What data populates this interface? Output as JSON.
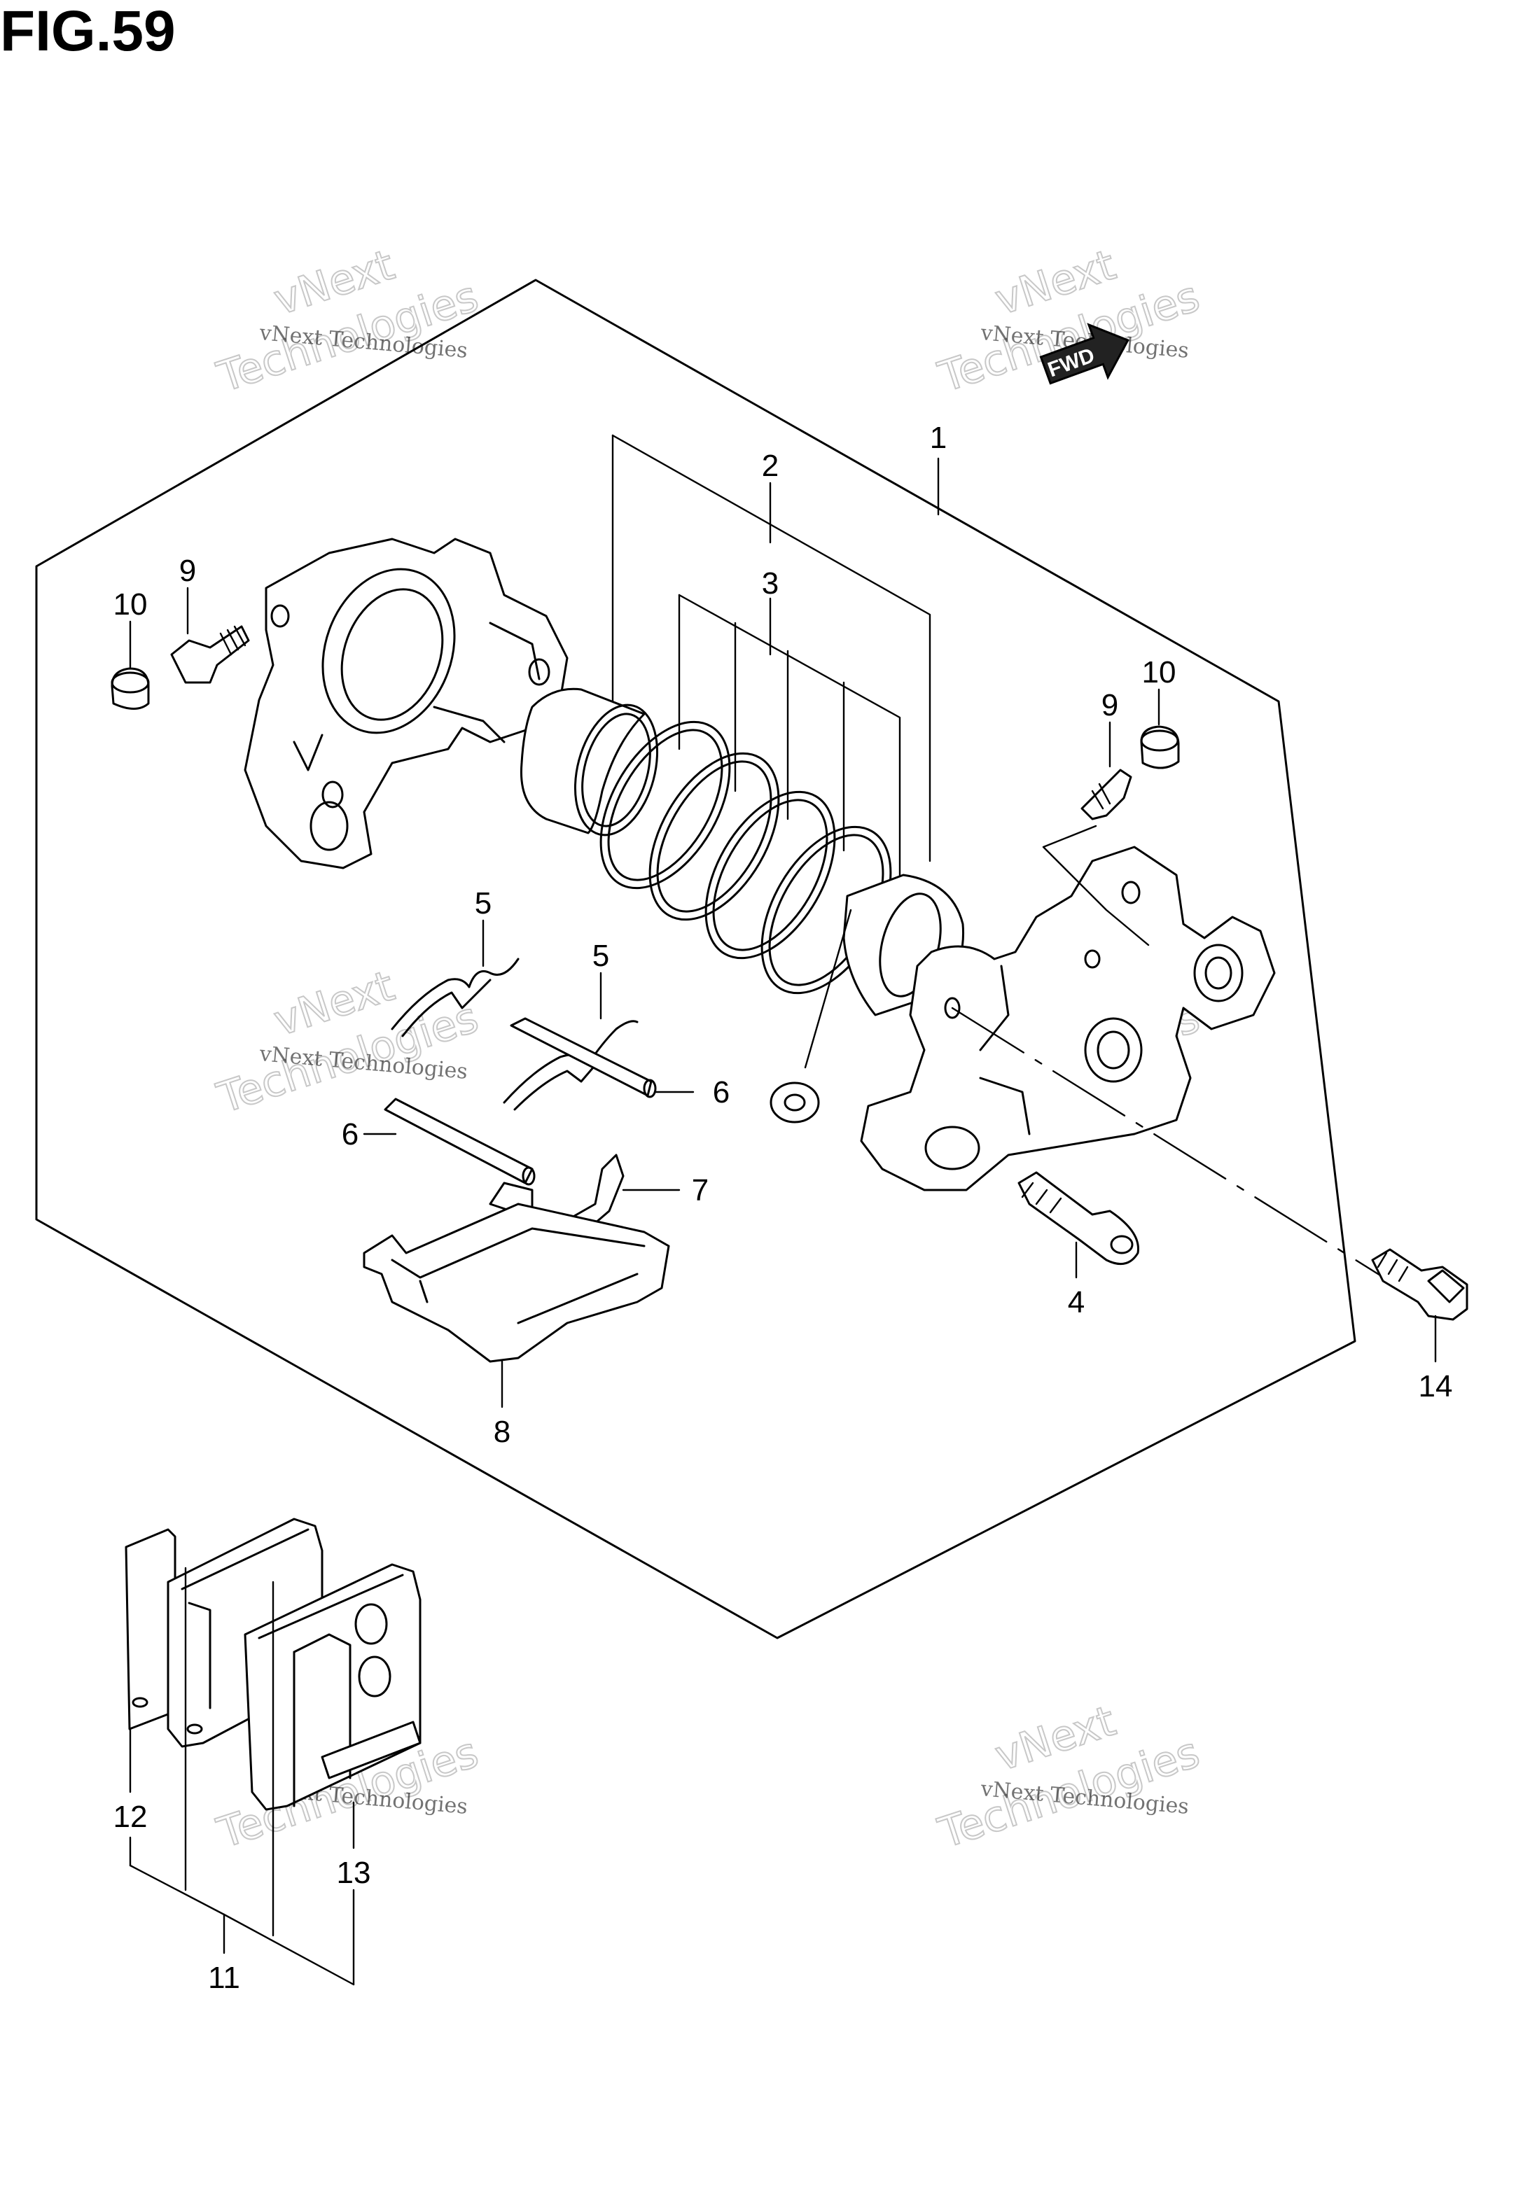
{
  "figure": {
    "title": "FIG.59"
  },
  "fwd_arrow": {
    "label": "FWD"
  },
  "watermark": {
    "line1": "vNext",
    "line2": "vNext Technologies",
    "line3": "Technologies"
  },
  "callouts": [
    "1",
    "2",
    "3",
    "4",
    "5",
    "5",
    "6",
    "6",
    "7",
    "8",
    "9",
    "9",
    "10",
    "10",
    "11",
    "12",
    "13",
    "14"
  ]
}
